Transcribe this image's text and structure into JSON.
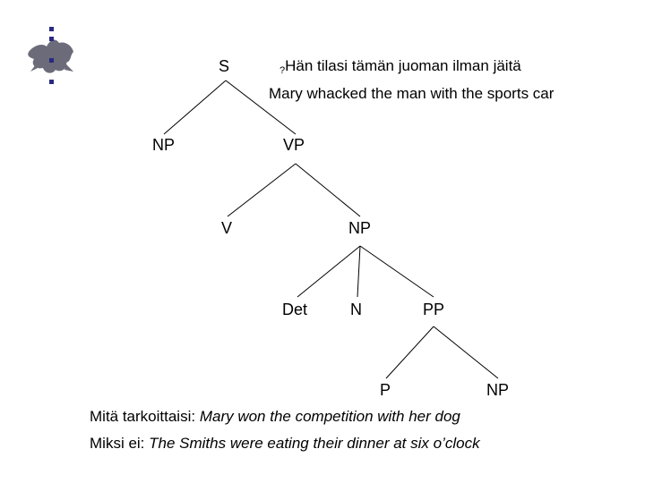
{
  "header": {
    "marker": "?",
    "finnish": "Hän tilasi tämän juoman ilman jäitä",
    "english": "Mary whacked the man with the sports car"
  },
  "tree": {
    "S": "S",
    "NP1": "NP",
    "VP": "VP",
    "V": "V",
    "NP2": "NP",
    "Det": "Det",
    "N": "N",
    "PP": "PP",
    "P": "P",
    "NP3": "NP"
  },
  "footer": {
    "line1_prefix": "Mitä tarkoittaisi:",
    "line1_example": "Mary won the competition with her dog",
    "line2_prefix": "Miksi ei:",
    "line2_example": "The Smiths were eating their dinner at six o’clock"
  },
  "logo": {
    "icon": "university-seal-icon",
    "color": "#6b6b7a",
    "dot_color": "#2a2a80"
  }
}
